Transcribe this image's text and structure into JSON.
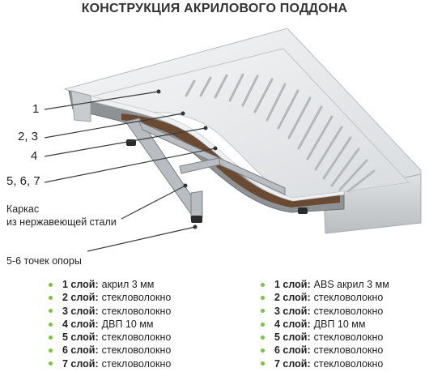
{
  "title": "КОНСТРУКЦИЯ АКРИЛОВОГО ПОДДОНА",
  "callouts": {
    "c1": "1",
    "c23": "2, 3",
    "c4": "4",
    "c567": "5, 6, 7"
  },
  "frame_note": [
    "Каркас",
    "из нержавеющей стали"
  ],
  "support_note": "5-6 точек опоры",
  "layers_left": [
    {
      "label": "1 слой:",
      "value": "акрил 3 мм"
    },
    {
      "label": "2 слой:",
      "value": "стекловолокно"
    },
    {
      "label": "3 слой:",
      "value": "стекловолокно"
    },
    {
      "label": "4 слой:",
      "value": "ДВП 10 мм"
    },
    {
      "label": "5 слой:",
      "value": "стекловолокно"
    },
    {
      "label": "6 слой:",
      "value": "стекловолокно"
    },
    {
      "label": "7 слой:",
      "value": "стекловолокно"
    }
  ],
  "layers_right": [
    {
      "label": "1 слой:",
      "value": "ABS акрил 3 мм"
    },
    {
      "label": "2 слой:",
      "value": "стекловолокно"
    },
    {
      "label": "3 слой:",
      "value": "стекловолокно"
    },
    {
      "label": "4 слой:",
      "value": "ДВП 10 мм"
    },
    {
      "label": "5 слой:",
      "value": "стекловолокно"
    },
    {
      "label": "6 слой:",
      "value": "стекловолокно"
    },
    {
      "label": "7 слой:",
      "value": "стекловолокно"
    }
  ],
  "colors": {
    "bullet": "#7ec242",
    "text": "#333333",
    "acrylic": "#e6e8ea",
    "fiberboard": "#6b4a33",
    "fiberglass": "#8c8f91"
  }
}
